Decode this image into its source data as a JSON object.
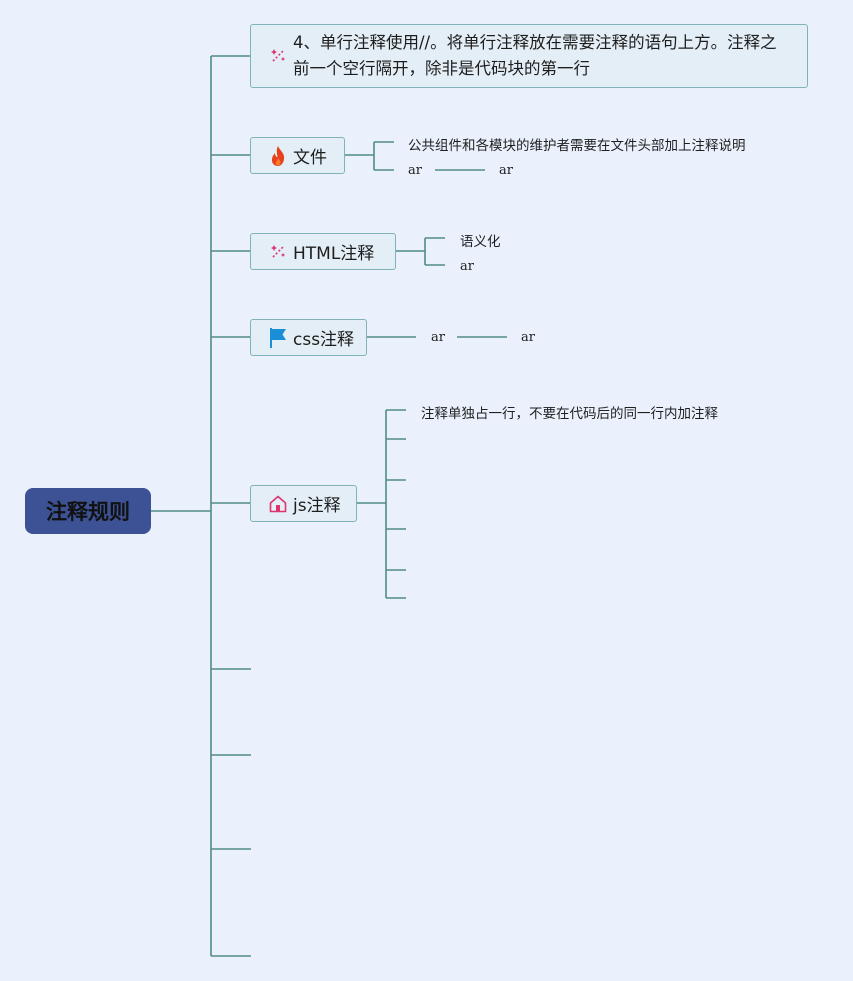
{
  "root": {
    "label": "注释规则"
  },
  "branches": [
    {
      "label": "4、单行注释使用//。将单行注释放在需要注释的语句上方。注释之前一个空行隔开，除非是代码块的第一行",
      "icon": "magic-wand-icon"
    },
    {
      "label": "文件",
      "icon": "fire-icon",
      "children": [
        "公共组件和各模块的维护者需要在文件头部加上注释说明",
        "ar",
        "ar"
      ]
    },
    {
      "label": "HTML注释",
      "icon": "magic-wand-icon",
      "children": [
        "语义化",
        "ar"
      ]
    },
    {
      "label": "css注释",
      "icon": "flag-icon",
      "children": [
        "ar",
        "ar"
      ]
    },
    {
      "label": "js注释",
      "icon": "home-icon",
      "children": [
        "注释单独占一行，不要在代码后的同一行内加注释"
      ]
    }
  ],
  "colors": {
    "connector": "#4f8c86",
    "root_fill": "#3d5295",
    "node_fill": "#e3eef6",
    "node_border": "#7fb3b8",
    "background": "#eaf1fd",
    "wand": "#e0336e",
    "fire": "#e8401c",
    "flag": "#1a8fd8",
    "home": "#e0336e"
  }
}
